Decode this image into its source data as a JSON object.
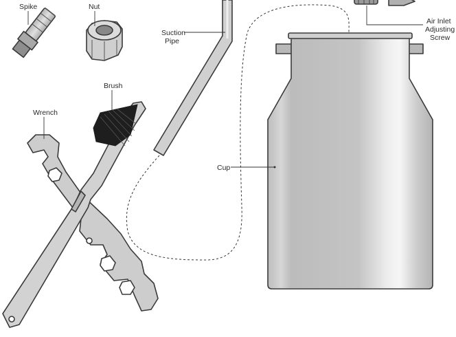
{
  "labels": {
    "spike": "Spike",
    "nut": "Nut",
    "suction_pipe_1": "Suction",
    "suction_pipe_2": "Pipe",
    "air_inlet_1": "Air Inlet",
    "air_inlet_2": "Adjusting",
    "air_inlet_3": "Screw",
    "brush": "Brush",
    "wrench": "Wrench",
    "cup": "Cup"
  },
  "colors": {
    "part_fill": "#c9c9c9",
    "outline": "#3a3a3a",
    "bristles": "#1e1e1e"
  }
}
